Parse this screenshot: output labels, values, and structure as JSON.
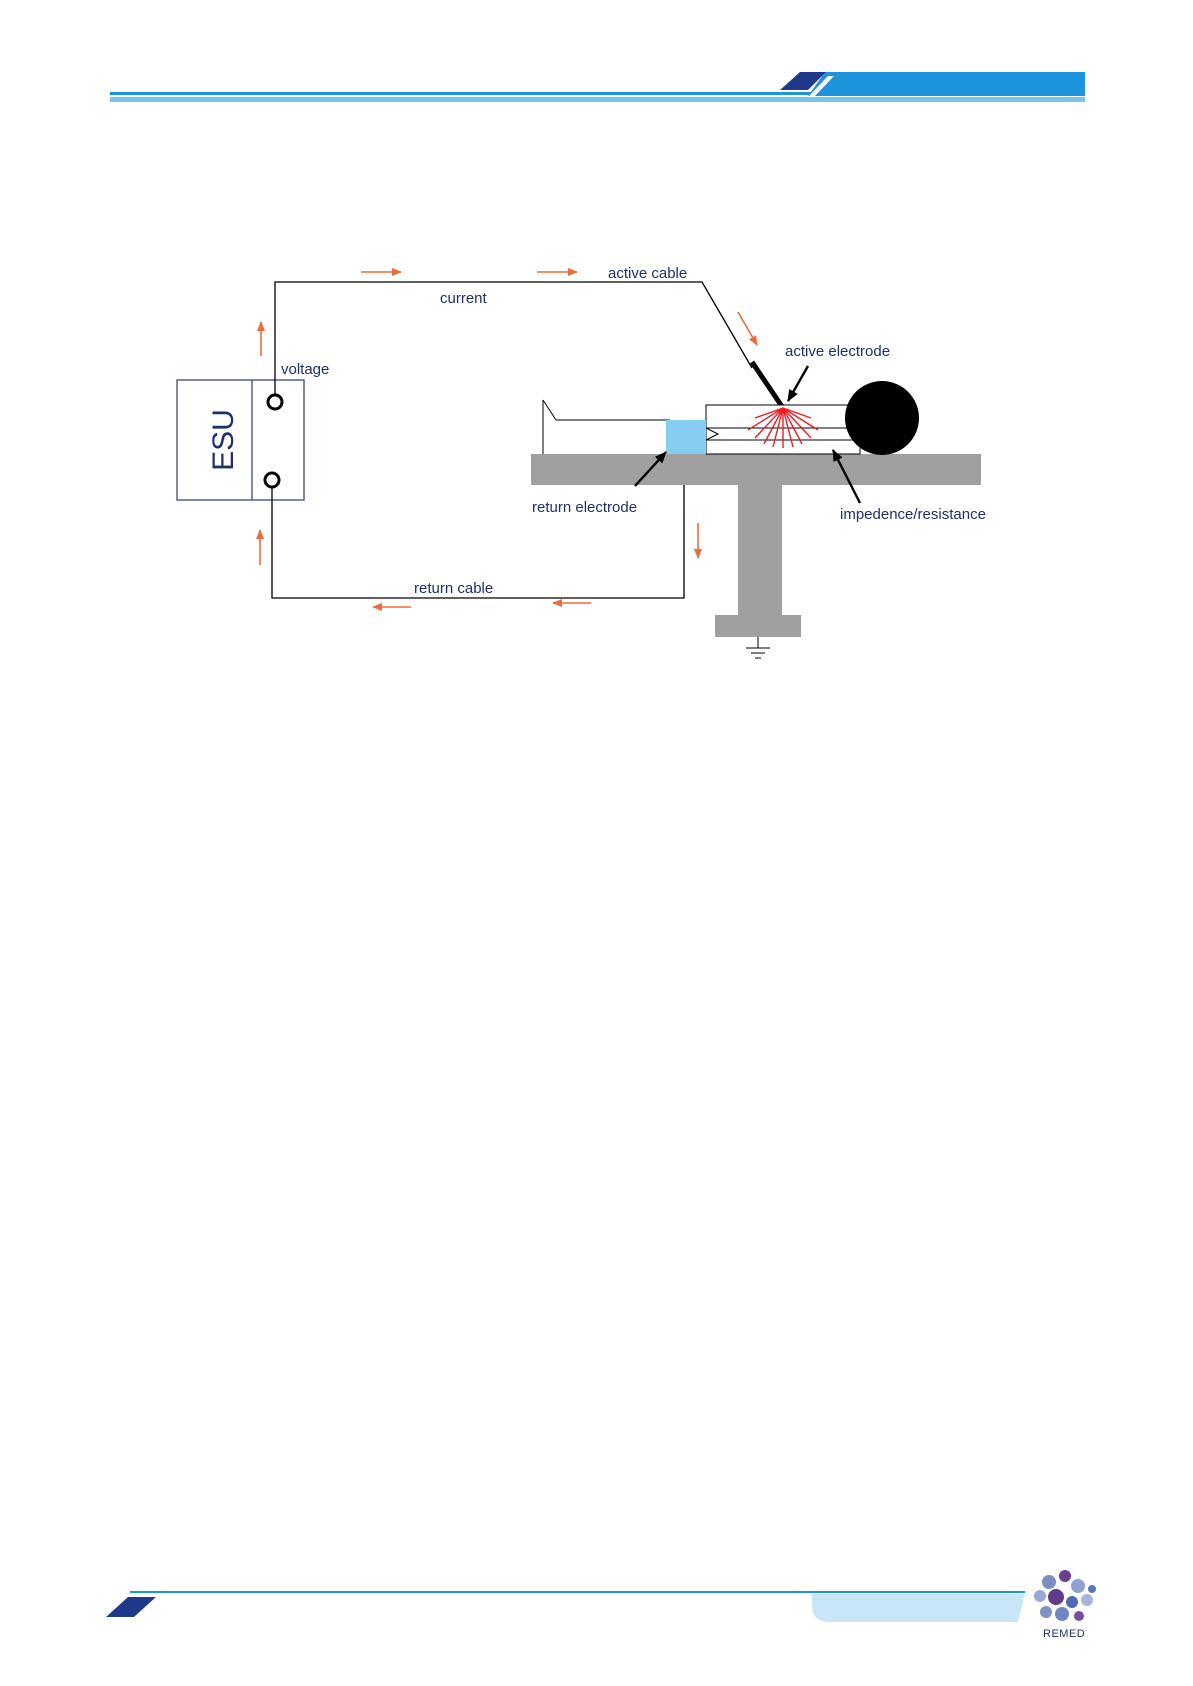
{
  "header": {
    "brand_color": "#1d94dc",
    "dark_color": "#1f3a8a"
  },
  "diagram": {
    "labels": {
      "esu": "ESU",
      "voltage": "voltage",
      "current": "current",
      "active_cable": "active cable",
      "active_electrode": "active electrode",
      "return_electrode": "return electrode",
      "impedance": "impedence/resistance",
      "return_cable": "return cable"
    },
    "colors": {
      "wire": "#000000",
      "arrow": "#ee6a3c",
      "table": "#a0a0a0",
      "return_pad": "#86cdf2",
      "current_rays": "#ee1c24"
    }
  },
  "footer": {
    "logo_text": "REMED"
  }
}
